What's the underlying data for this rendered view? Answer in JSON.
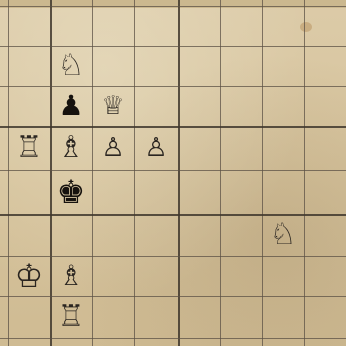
{
  "board": {
    "pieces": [
      {
        "name": "white-knight-icon",
        "glyph": "♘",
        "row": 1,
        "col": 1,
        "size": 30
      },
      {
        "name": "black-pawn-icon",
        "glyph": "♟",
        "row": 2,
        "col": 1,
        "size": 28
      },
      {
        "name": "white-queen-icon",
        "glyph": "♕",
        "row": 2,
        "col": 2,
        "size": 26
      },
      {
        "name": "white-rook-icon",
        "glyph": "♖",
        "row": 3,
        "col": 0,
        "size": 30
      },
      {
        "name": "white-bishop-icon",
        "glyph": "♗",
        "row": 3,
        "col": 1,
        "size": 30
      },
      {
        "name": "white-pawn-icon",
        "glyph": "♙",
        "row": 3,
        "col": 2,
        "size": 26
      },
      {
        "name": "white-pawn-icon",
        "glyph": "♙",
        "row": 3,
        "col": 3,
        "size": 26
      },
      {
        "name": "black-king-icon",
        "glyph": "♚",
        "row": 4,
        "col": 1,
        "size": 32
      },
      {
        "name": "white-knight-icon",
        "glyph": "♘",
        "row": 5,
        "col": 6,
        "size": 30
      },
      {
        "name": "white-king-icon",
        "glyph": "♔",
        "row": 6,
        "col": 0,
        "size": 32
      },
      {
        "name": "white-bishop-icon",
        "glyph": "♗",
        "row": 6,
        "col": 1,
        "size": 28
      },
      {
        "name": "white-rook-icon",
        "glyph": "♖",
        "row": 7,
        "col": 1,
        "size": 30
      }
    ]
  }
}
